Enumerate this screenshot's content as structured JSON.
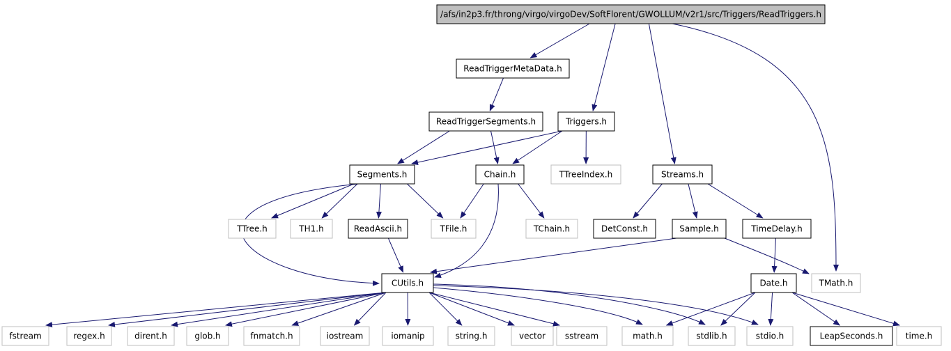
{
  "diagram": {
    "colors": {
      "edge": "#191970",
      "solid_border": "#000000",
      "gray_border": "#bfbfbf",
      "root_fill": "#bfbfbf",
      "text": "#000000"
    },
    "nodes": [
      {
        "id": "root",
        "label": "/afs/in2p3.fr/throng/virgo/virgoDev/SoftFlorent/GWOLLUM/v2r1/src/Triggers/ReadTriggers.h",
        "style": "root"
      },
      {
        "id": "readtriggermetadata",
        "label": "ReadTriggerMetaData.h",
        "style": "solid"
      },
      {
        "id": "readtriggersegments",
        "label": "ReadTriggerSegments.h",
        "style": "solid"
      },
      {
        "id": "triggers",
        "label": "Triggers.h",
        "style": "solid"
      },
      {
        "id": "segments",
        "label": "Segments.h",
        "style": "solid"
      },
      {
        "id": "chain",
        "label": "Chain.h",
        "style": "solid"
      },
      {
        "id": "ttreeindex",
        "label": "TTreeIndex.h",
        "style": "gray"
      },
      {
        "id": "streams",
        "label": "Streams.h",
        "style": "solid"
      },
      {
        "id": "ttree",
        "label": "TTree.h",
        "style": "gray"
      },
      {
        "id": "th1",
        "label": "TH1.h",
        "style": "gray"
      },
      {
        "id": "readascii",
        "label": "ReadAscii.h",
        "style": "solid"
      },
      {
        "id": "tfile",
        "label": "TFile.h",
        "style": "gray"
      },
      {
        "id": "tchain",
        "label": "TChain.h",
        "style": "gray"
      },
      {
        "id": "detconst",
        "label": "DetConst.h",
        "style": "solid"
      },
      {
        "id": "sample",
        "label": "Sample.h",
        "style": "solid"
      },
      {
        "id": "timedelay",
        "label": "TimeDelay.h",
        "style": "solid"
      },
      {
        "id": "cutils",
        "label": "CUtils.h",
        "style": "solid"
      },
      {
        "id": "date",
        "label": "Date.h",
        "style": "solid"
      },
      {
        "id": "tmath",
        "label": "TMath.h",
        "style": "gray"
      },
      {
        "id": "fstream",
        "label": "fstream",
        "style": "gray"
      },
      {
        "id": "regex",
        "label": "regex.h",
        "style": "gray"
      },
      {
        "id": "dirent",
        "label": "dirent.h",
        "style": "gray"
      },
      {
        "id": "glob",
        "label": "glob.h",
        "style": "gray"
      },
      {
        "id": "fnmatch",
        "label": "fnmatch.h",
        "style": "gray"
      },
      {
        "id": "iostream",
        "label": "iostream",
        "style": "gray"
      },
      {
        "id": "iomanip",
        "label": "iomanip",
        "style": "gray"
      },
      {
        "id": "string",
        "label": "string.h",
        "style": "gray"
      },
      {
        "id": "vector",
        "label": "vector",
        "style": "gray"
      },
      {
        "id": "sstream",
        "label": "sstream",
        "style": "gray"
      },
      {
        "id": "math",
        "label": "math.h",
        "style": "gray"
      },
      {
        "id": "stdlib",
        "label": "stdlib.h",
        "style": "gray"
      },
      {
        "id": "stdio",
        "label": "stdio.h",
        "style": "gray"
      },
      {
        "id": "leapseconds",
        "label": "LeapSeconds.h",
        "style": "solid"
      },
      {
        "id": "time",
        "label": "time.h",
        "style": "gray"
      }
    ],
    "edges": [
      [
        "root",
        "readtriggermetadata"
      ],
      [
        "root",
        "triggers"
      ],
      [
        "root",
        "streams"
      ],
      [
        "root",
        "tmath"
      ],
      [
        "readtriggermetadata",
        "readtriggersegments"
      ],
      [
        "readtriggersegments",
        "segments"
      ],
      [
        "readtriggersegments",
        "chain"
      ],
      [
        "triggers",
        "segments"
      ],
      [
        "triggers",
        "chain"
      ],
      [
        "triggers",
        "ttreeindex"
      ],
      [
        "segments",
        "ttree"
      ],
      [
        "segments",
        "th1"
      ],
      [
        "segments",
        "readascii"
      ],
      [
        "segments",
        "tfile"
      ],
      [
        "segments",
        "cutils"
      ],
      [
        "chain",
        "tfile"
      ],
      [
        "chain",
        "tchain"
      ],
      [
        "chain",
        "cutils"
      ],
      [
        "readascii",
        "cutils"
      ],
      [
        "streams",
        "detconst"
      ],
      [
        "streams",
        "sample"
      ],
      [
        "streams",
        "timedelay"
      ],
      [
        "sample",
        "cutils"
      ],
      [
        "sample",
        "tmath"
      ],
      [
        "timedelay",
        "date"
      ],
      [
        "cutils",
        "fstream"
      ],
      [
        "cutils",
        "regex"
      ],
      [
        "cutils",
        "dirent"
      ],
      [
        "cutils",
        "glob"
      ],
      [
        "cutils",
        "fnmatch"
      ],
      [
        "cutils",
        "iostream"
      ],
      [
        "cutils",
        "iomanip"
      ],
      [
        "cutils",
        "string"
      ],
      [
        "cutils",
        "vector"
      ],
      [
        "cutils",
        "sstream"
      ],
      [
        "cutils",
        "math"
      ],
      [
        "cutils",
        "stdlib"
      ],
      [
        "cutils",
        "stdio"
      ],
      [
        "date",
        "math"
      ],
      [
        "date",
        "stdlib"
      ],
      [
        "date",
        "stdio"
      ],
      [
        "date",
        "leapseconds"
      ],
      [
        "date",
        "time"
      ]
    ]
  }
}
